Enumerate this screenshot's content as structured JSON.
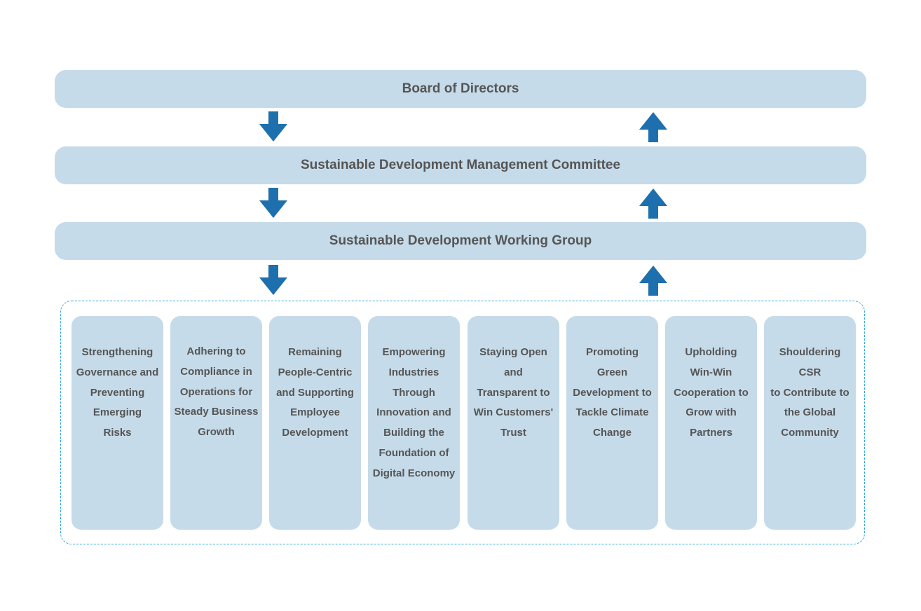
{
  "tiers": {
    "board": "Board of Directors",
    "committee": "Sustainable Development Management Committee",
    "working_group": "Sustainable Development Working Group"
  },
  "arrows": {
    "down_icon": "down-arrow-icon",
    "up_icon": "up-arrow-icon",
    "color": "#1d70ad"
  },
  "pillars": [
    {
      "lines": [
        "Strengthening",
        "Governance and",
        "Preventing",
        "Emerging",
        "Risks"
      ]
    },
    {
      "lines": [
        "Adhering to",
        "Compliance in",
        "Operations for",
        "Steady Business",
        "Growth"
      ]
    },
    {
      "lines": [
        "Remaining",
        "People-Centric",
        "and Supporting",
        "Employee",
        "Development"
      ]
    },
    {
      "lines": [
        "Empowering",
        "Industries",
        "Through",
        "Innovation and",
        "Building the",
        "Foundation of",
        "Digital Economy"
      ]
    },
    {
      "lines": [
        "Staying Open",
        "and",
        "Transparent to",
        "Win Customers'",
        "Trust"
      ]
    },
    {
      "lines": [
        "Promoting",
        "Green",
        "Development to",
        "Tackle Climate",
        "Change"
      ]
    },
    {
      "lines": [
        "Upholding",
        "Win-Win",
        "Cooperation to",
        "Grow with",
        "Partners"
      ]
    },
    {
      "lines": [
        "Shouldering",
        "CSR",
        "to Contribute to",
        "the Global",
        "Community"
      ]
    }
  ],
  "colors": {
    "box_fill": "#c6dbe9",
    "text": "#555555",
    "dashed_border": "#29a8dc"
  }
}
